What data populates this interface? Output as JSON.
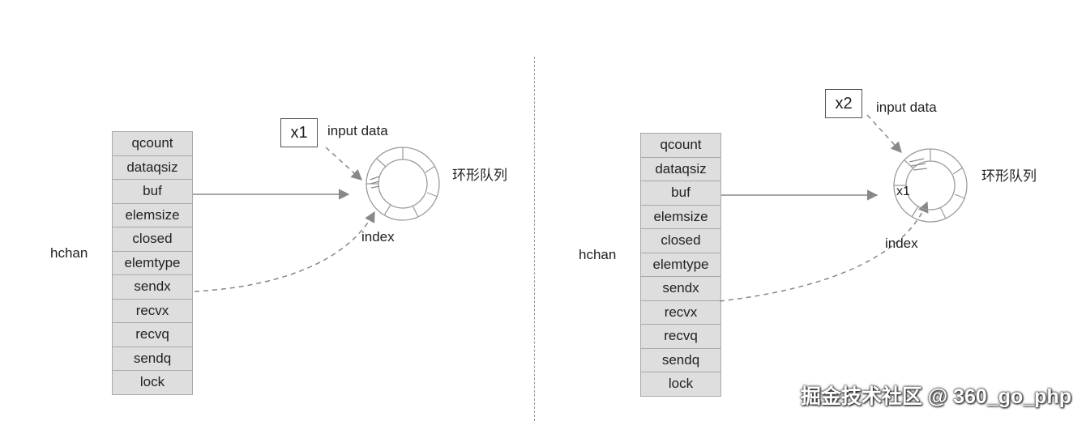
{
  "left": {
    "struct_label": "hchan",
    "fields": [
      "qcount",
      "dataqsiz",
      "buf",
      "elemsize",
      "closed",
      "elemtype",
      "sendx",
      "recvx",
      "recvq",
      "sendq",
      "lock"
    ],
    "input_tag": "x1",
    "input_label": "input data",
    "index_label": "index",
    "ring_label": "环形队列"
  },
  "right": {
    "struct_label": "hchan",
    "fields": [
      "qcount",
      "dataqsiz",
      "buf",
      "elemsize",
      "closed",
      "elemtype",
      "sendx",
      "recvx",
      "recvq",
      "sendq",
      "lock"
    ],
    "input_tag": "x2",
    "input_label": "input data",
    "slot_label": "x1",
    "index_label": "index",
    "ring_label": "环形队列"
  },
  "watermark": "掘金技术社区 @ 360_go_php",
  "colors": {
    "field_fill": "#dedede",
    "field_border": "#a9a9a9",
    "arrow": "#888888"
  }
}
